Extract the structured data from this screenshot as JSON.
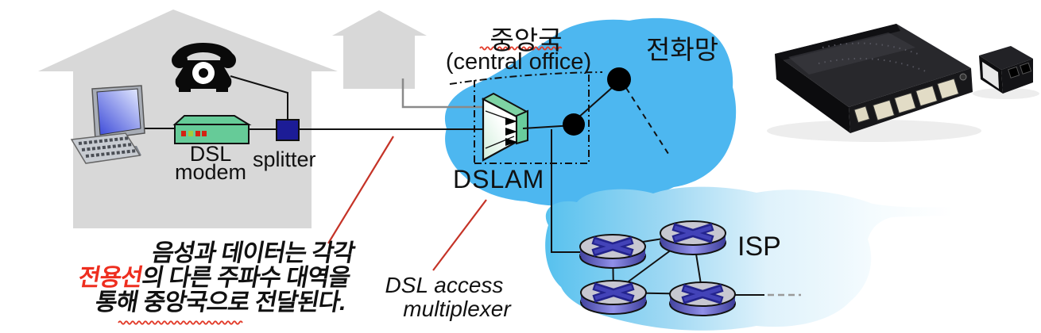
{
  "figure": {
    "house": {
      "modem_line1": "DSL",
      "modem_line2": "modem",
      "splitter_label": "splitter"
    },
    "central_office": {
      "title_ko": "중앙국",
      "title_en": "(central office)",
      "dslam_label": "DSLAM",
      "dslam_sub1": "DSL access",
      "dslam_sub2": "multiplexer"
    },
    "phone_network_label": "전화망",
    "isp_label": "ISP",
    "annotation": {
      "line1": "음성과 데이터는 각각",
      "line2_red": "전용선",
      "line2_rest": "의 다른 주파수 대역을",
      "line3": "통해 중앙국으로 전달된다."
    },
    "colors": {
      "cloud_blue": "#4db7f0",
      "isp_cloud_edge": "#54c0ee",
      "modem_green": "#66cb98",
      "splitter_navy": "#1c1c96",
      "red_accent": "#ee2e1f",
      "red_line": "#c53327",
      "house_gray": "#d8d8d8",
      "router_purple": "#3434aa"
    }
  }
}
